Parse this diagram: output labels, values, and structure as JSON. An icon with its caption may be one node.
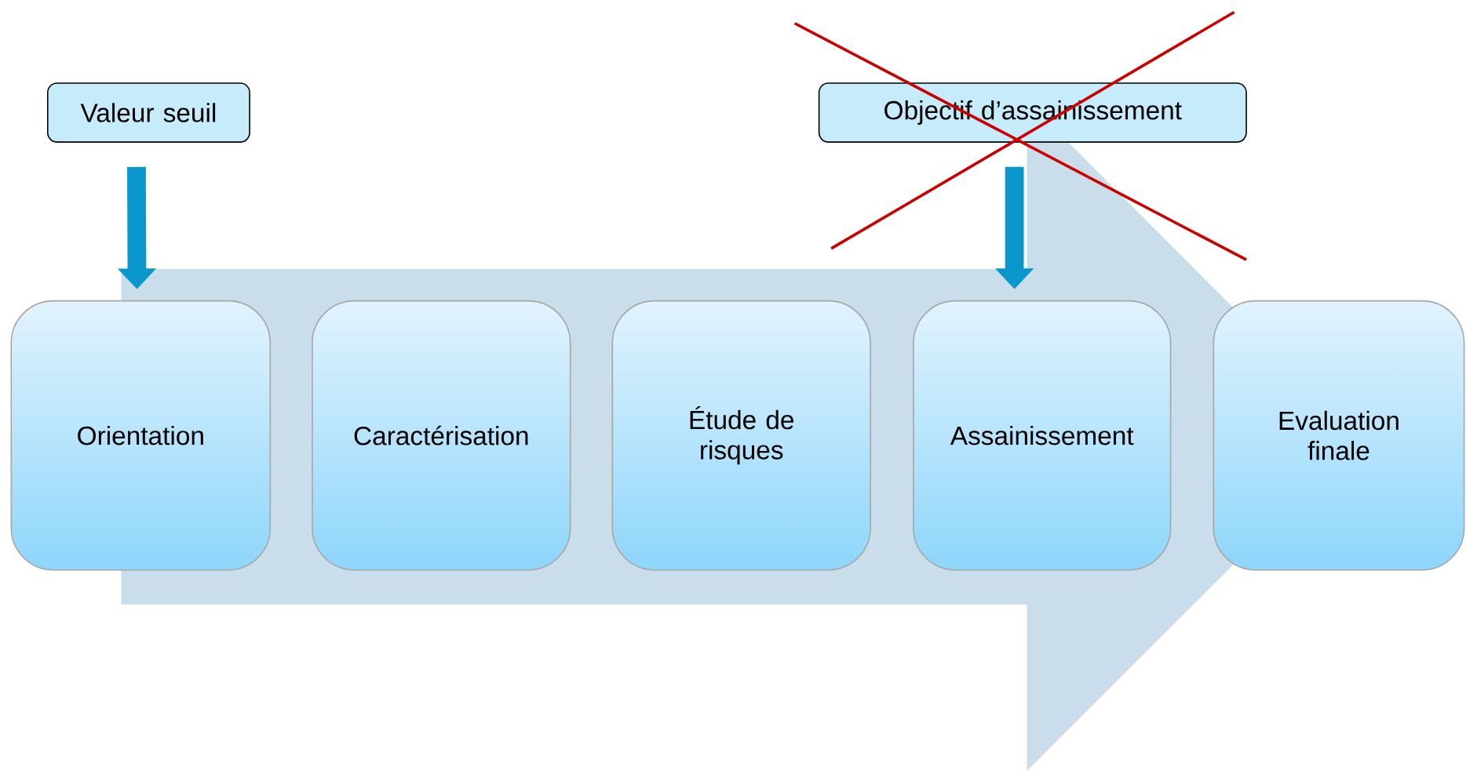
{
  "diagram": {
    "nodes": [
      {
        "text": [
          "Valeur seuil"
        ]
      },
      {
        "text": [
          "Objectif d’assainissement"
        ]
      },
      {
        "text": [
          "Orientation"
        ]
      },
      {
        "text": [
          "Caractérisation"
        ]
      },
      {
        "text": [
          "Étude de risques"
        ]
      },
      {
        "text": [
          "Assainissement"
        ]
      },
      {
        "text": [
          "Evaluation finale"
        ]
      }
    ],
    "edges": [
      {
        "from": 0,
        "to": 2,
        "arrow": "to"
      },
      {
        "from": 1,
        "to": 5,
        "arrow": "to"
      },
      {
        "from": 2,
        "to": 6,
        "arrow": "to",
        "style": "thick",
        "color": "#caddea"
      }
    ]
  }
}
